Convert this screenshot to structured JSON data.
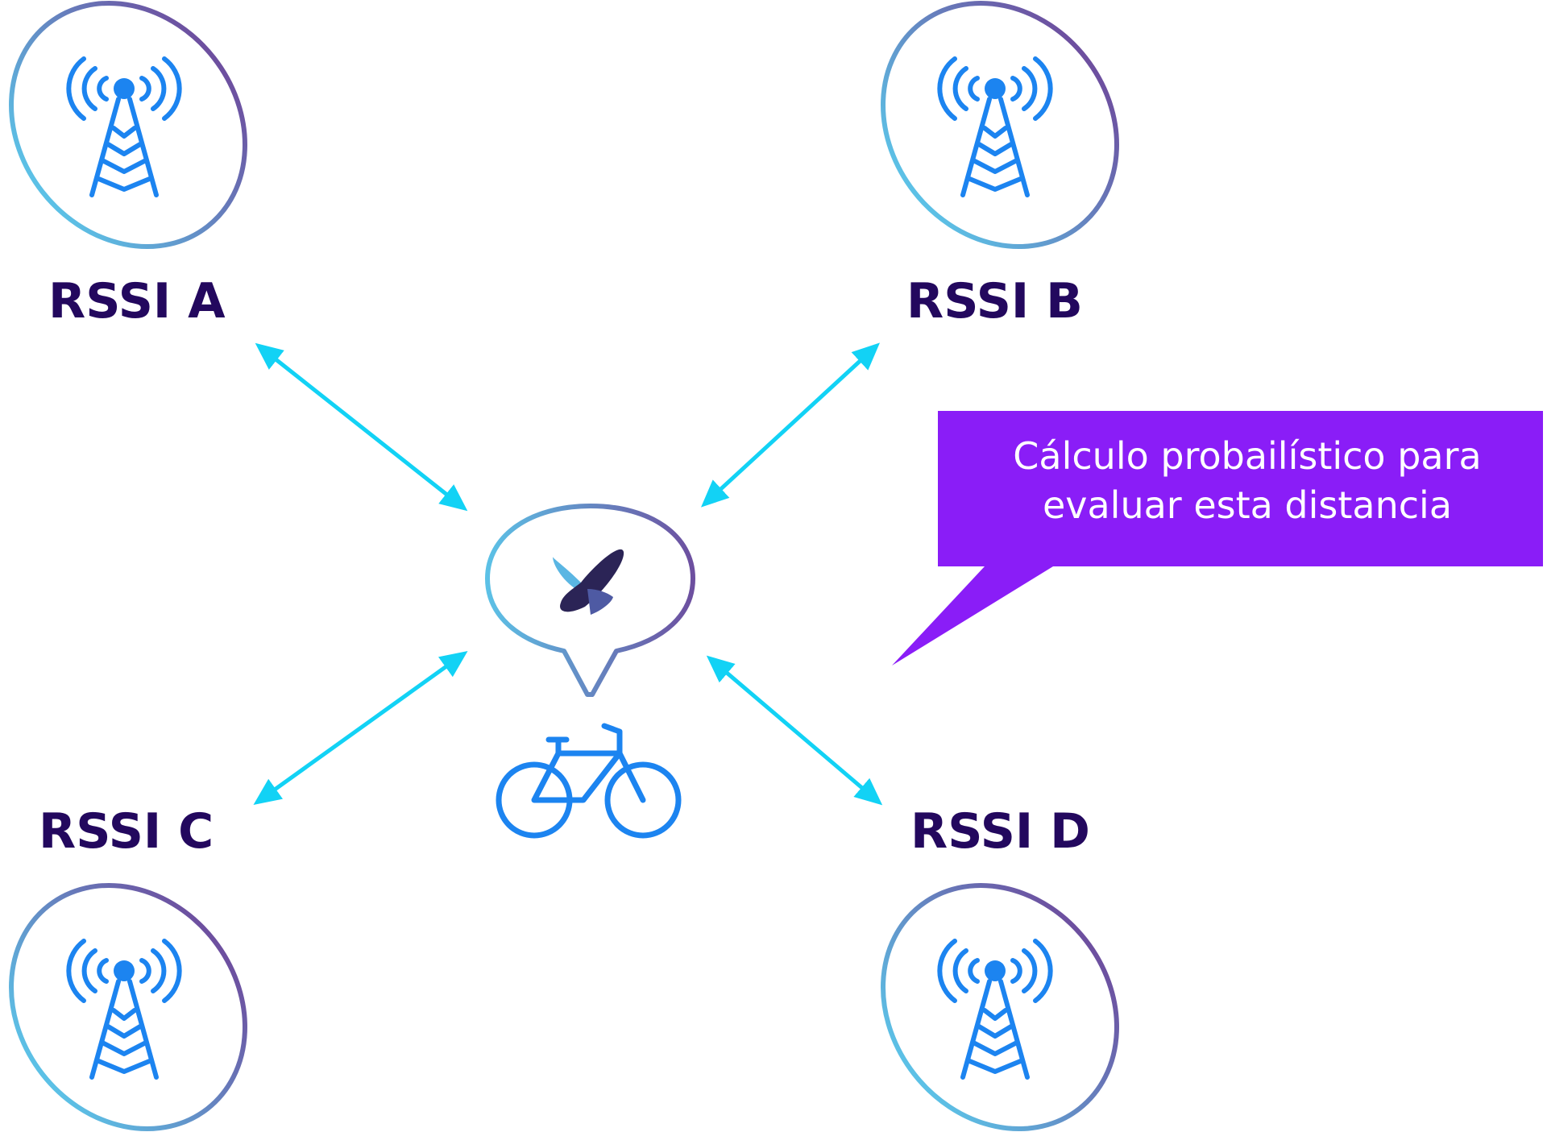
{
  "colors": {
    "label": "#23085e",
    "arrow": "#12d2f5",
    "icon": "#1c84f0",
    "outline_start": "#5cc1e6",
    "outline_end": "#6d4f9f",
    "callout_bg": "#8a1df7",
    "callout_text": "#ffffff",
    "logo_dark": "#2b2456",
    "logo_light": "#5ab6e3",
    "logo_mid": "#4e5aa3"
  },
  "nodes": [
    {
      "id": "a",
      "label": "RSSI A",
      "icon": "radio-tower-icon"
    },
    {
      "id": "b",
      "label": "RSSI B",
      "icon": "radio-tower-icon"
    },
    {
      "id": "c",
      "label": "RSSI C",
      "icon": "radio-tower-icon"
    },
    {
      "id": "d",
      "label": "RSSI D",
      "icon": "radio-tower-icon"
    }
  ],
  "center": {
    "pin_icon": "map-pin-icon",
    "logo_icon": "butterfly-logo-icon",
    "vehicle_icon": "bicycle-icon"
  },
  "callout": {
    "line1": "Cálculo probailístico para",
    "line2": "evaluar esta distancia"
  }
}
